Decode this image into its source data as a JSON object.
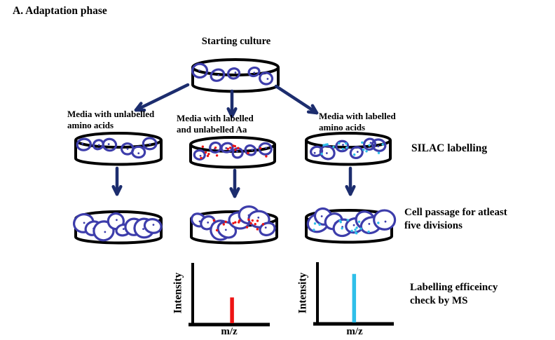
{
  "title": "A. Adaptation phase",
  "labels": {
    "starting_culture": "Starting culture",
    "media_unlabelled": "Media with unlabelled\namino acids",
    "media_mixed": "Media with labelled\nand unlabelled Aa",
    "media_labelled": "Media with labelled\namino acids",
    "silac": "SILAC labelling",
    "cell_passage": "Cell passage for atleast\nfive divisions",
    "ms_check": "Labelling efficeincy\ncheck by MS"
  },
  "colors": {
    "arrow": "#1c2d6e",
    "dish_outline": "#000000",
    "cell": "#3d3dab",
    "red_dot": "#ee1414",
    "cyan_dot": "#2fbfe9",
    "axis": "#000000"
  },
  "dishes": [
    {
      "name": "starting-culture-dish",
      "dots": "none",
      "crowded": false
    },
    {
      "name": "unlabelled-media-dish",
      "dots": "none",
      "crowded": false
    },
    {
      "name": "mixed-media-dish",
      "dots": "red",
      "crowded": false
    },
    {
      "name": "labelled-media-dish",
      "dots": "cyan",
      "crowded": false
    },
    {
      "name": "unlabelled-passage-dish",
      "dots": "none",
      "crowded": true
    },
    {
      "name": "mixed-passage-dish",
      "dots": "red",
      "crowded": true
    },
    {
      "name": "labelled-passage-dish",
      "dots": "cyan",
      "crowded": true
    }
  ],
  "chart_data": [
    {
      "type": "bar",
      "xlabel": "m/z",
      "ylabel": "Intensity",
      "grid": false,
      "axis_ticks": "none",
      "peaks": [
        {
          "x_frac": 0.51,
          "height_frac": 0.44,
          "color": "#ee1414"
        }
      ]
    },
    {
      "type": "bar",
      "xlabel": "m/z",
      "ylabel": "Intensity",
      "grid": false,
      "axis_ticks": "none",
      "peaks": [
        {
          "x_frac": 0.48,
          "height_frac": 0.81,
          "color": "#2fbfe9"
        }
      ]
    }
  ]
}
